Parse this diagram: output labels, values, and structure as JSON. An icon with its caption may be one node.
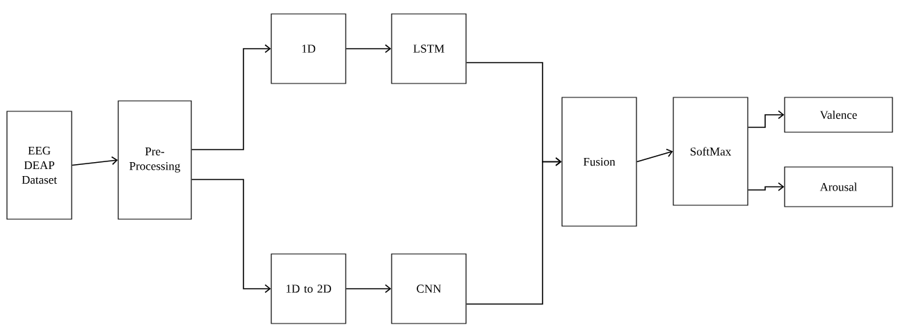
{
  "diagram": {
    "nodes": [
      {
        "text": [
          "EEG DEAP Dataset"
        ]
      },
      {
        "text": [
          "Pre-Processing"
        ]
      },
      {
        "text": [
          "1D"
        ]
      },
      {
        "text": [
          "LSTM"
        ]
      },
      {
        "text": [
          "1D to 2D"
        ]
      },
      {
        "text": [
          "CNN"
        ]
      },
      {
        "text": [
          "Fusion"
        ]
      },
      {
        "text": [
          "SoftMax"
        ]
      },
      {
        "text": [
          "Valence"
        ]
      },
      {
        "text": [
          "Arousal"
        ]
      }
    ],
    "edges": [
      {
        "from": 0,
        "to": 1,
        "arrow": "to"
      },
      {
        "from": 1,
        "to": 2,
        "arrow": "to"
      },
      {
        "from": 1,
        "to": 4,
        "arrow": "to"
      },
      {
        "from": 2,
        "to": 3,
        "arrow": "to"
      },
      {
        "from": 4,
        "to": 5,
        "arrow": "to"
      },
      {
        "from": 3,
        "to": 6,
        "arrow": "to"
      },
      {
        "from": 5,
        "to": 6,
        "arrow": "to"
      },
      {
        "from": 6,
        "to": 7,
        "arrow": "to"
      },
      {
        "from": 7,
        "to": 8,
        "arrow": "to"
      },
      {
        "from": 7,
        "to": 9,
        "arrow": "to"
      }
    ]
  }
}
